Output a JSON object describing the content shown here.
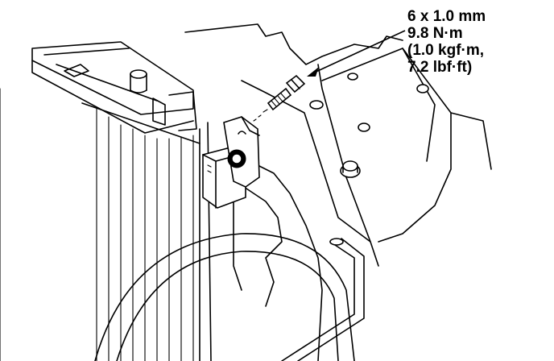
{
  "callout": {
    "line1": "6 x 1.0 mm",
    "line2": "9.8 N·m",
    "line3": "(1.0 kgf·m,",
    "line4": "7.2 lbf·ft)"
  },
  "icons": {
    "bolt": "bolt-icon",
    "sensor": "sensor-icon",
    "radiator": "radiator-icon"
  }
}
